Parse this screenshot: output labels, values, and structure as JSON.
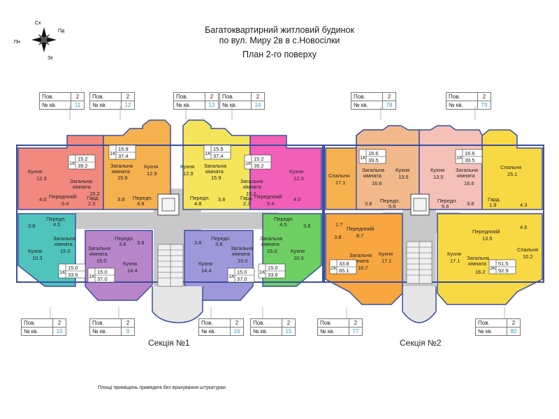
{
  "compass": {
    "n": "Сх",
    "e": "Пд",
    "w": "Пн",
    "s": "Зх"
  },
  "title": {
    "line1": "Багатоквартирний житловий будинок",
    "line2": "по вул. Миру 2в в с.Новосілки",
    "line3": "План 2-го поверху"
  },
  "tag_labels": {
    "floor": "Пов.",
    "apt": "№ кв."
  },
  "tags_top": [
    {
      "floor": "2",
      "apt": "11"
    },
    {
      "floor": "2",
      "apt": "12"
    },
    {
      "floor": "2",
      "apt": "13"
    },
    {
      "floor": "2",
      "apt": "14"
    },
    {
      "floor": "2",
      "apt": "78"
    },
    {
      "floor": "2",
      "apt": "79"
    }
  ],
  "tags_bottom": [
    {
      "floor": "2",
      "apt": "10"
    },
    {
      "floor": "2",
      "apt": "9"
    },
    {
      "floor": "2",
      "apt": "16"
    },
    {
      "floor": "2",
      "apt": "15"
    },
    {
      "floor": "2",
      "apt": "77"
    },
    {
      "floor": "2",
      "apt": "80"
    }
  ],
  "sections": {
    "s1": "Секція №1",
    "s2": "Секція №2"
  },
  "footnote": "Площі приміщень приведені без врахування штукатурки",
  "rooms": {
    "kitchen": "Кухня",
    "living_a": "Загальна",
    "living_b": "кімната",
    "hall": "Передпокій",
    "hall_short": "Передп.",
    "wardrobe": "Гард.",
    "bedroom": "Спальня"
  },
  "labels": {
    "a11_kitchen": "12.3",
    "a11_living": "15.2",
    "a11_hall": "5.4",
    "a11_bath": "4.0",
    "a11_ward": "2.3",
    "a11_type": "1К",
    "a11_area1": "15.2",
    "a11_area2": "39.2",
    "a12_living": "15.9",
    "a12_kitchen": "12.9",
    "a12_hall": "4.8",
    "a12_bath": "3.8",
    "a12_type": "1К",
    "a12_area1": "15.9",
    "a12_area2": "37.4",
    "a13_kitchen": "12.9",
    "a13_living": "15.9",
    "a13_hall": "4.8",
    "a13_bath": "3.8",
    "a13_type": "1К",
    "a13_area1": "15.9",
    "a13_area2": "37.4",
    "a14_living": "15.2",
    "a14_kitchen": "12.3",
    "a14_hall": "5.4",
    "a14_bath": "4.0",
    "a14_ward": "2.3",
    "a14_type": "1К",
    "a14_area1": "15.2",
    "a14_area2": "39.2",
    "a10_hall": "4.5",
    "a10_kitchen": "10.3",
    "a10_living": "15.0",
    "a10_bath": "3.8",
    "a10_type": "1К",
    "a10_area1": "15.0",
    "a10_area2": "33.6",
    "a9_living": "15.0",
    "a9_hall": "3.8",
    "a9_bath": "3.8",
    "a9_kitchen": "14.4",
    "a9_type": "1К",
    "a9_area1": "15.0",
    "a9_area2": "37.0",
    "a16_hall": "3.8",
    "a16_bath": "3.8",
    "a16_kitchen": "14.4",
    "a16_living": "15.0",
    "a16_type": "1К",
    "a16_area1": "15.0",
    "a16_area2": "37.0",
    "a15_hall": "4.5",
    "a15_bath": "3.8",
    "a15_living": "15.0",
    "a15_kitchen": "10.3",
    "a15_type": "1К",
    "a15_area1": "15.0",
    "a15_area2": "33.6",
    "a78_bed": "17.1",
    "a78_living": "16.6",
    "a78_kitchen": "13.5",
    "a78_hall": "5.6",
    "a78_bath": "3.8",
    "a78_type": "1К",
    "a78_area1": "16.6",
    "a78_area2": "39.5",
    "a79_kitchen": "13.5",
    "a79_living": "16.6",
    "a79_bed": "25.1",
    "a79_hall": "5.6",
    "a79_bath": "3.8",
    "a79_ward": "1.9",
    "a79_type": "1К",
    "a79_area1": "16.6",
    "a79_area2": "39.5",
    "a77_bath1": "1.7",
    "a77_bath2": "3.8",
    "a77_hall": "8.7",
    "a77_living": "16.7",
    "a77_kitchen": "17.1",
    "a77_type": "2К",
    "a77_area1": "33.8",
    "a77_area2": "65.1",
    "a80_bath1": "4.3",
    "a80_bath2": "4.6",
    "a80_hall": "13.5",
    "a80_bed": "10.2",
    "a80_kitchen": "17.1",
    "a80_living": "16.2",
    "a80_type": "3К",
    "a80_area1": "51.5",
    "a80_area2": "92.9"
  },
  "colors": {
    "salmon": "#f2897f",
    "orange": "#f6b14f",
    "yellow": "#f6e45a",
    "magenta": "#f25fb8",
    "teal": "#4fc4bc",
    "purple": "#b985c9",
    "lavender": "#9d98d9",
    "green": "#6ecf63",
    "peach": "#f2b98a",
    "pink": "#f4c0b8",
    "orange2": "#f7a640",
    "yellow2": "#f8d944",
    "corridor": "#c8c8c8",
    "wall": "#3a4fa0"
  }
}
